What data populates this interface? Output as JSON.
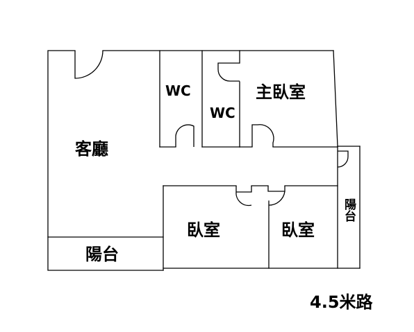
{
  "floorplan": {
    "rooms": {
      "living_room": "客廳",
      "wc_left": "WC",
      "wc_right": "WC",
      "master_bedroom": "主臥室",
      "bedroom_left": "臥室",
      "bedroom_right": "臥室",
      "balcony_bottom": "陽台",
      "balcony_right": "陽台"
    },
    "road_label": "4.5米路"
  }
}
